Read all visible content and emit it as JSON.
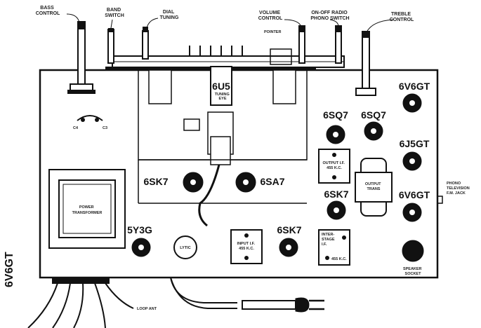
{
  "controls": {
    "bass": [
      "BASS",
      "CONTROL"
    ],
    "band": [
      "BAND",
      "SWITCH"
    ],
    "dial": [
      "DIAL",
      "TUNING"
    ],
    "volume": [
      "VOLUME",
      "CONTROL"
    ],
    "pointer": "POINTER",
    "onoff": [
      "ON-OFF RADIO",
      "PHONO SWITCH"
    ],
    "treble": [
      "TREBLE",
      "CONTROL"
    ]
  },
  "tubes": {
    "t6u5": "6U5",
    "tuning_eye": [
      "TUNING",
      "EYE"
    ],
    "t6sq7_a": "6SQ7",
    "t6sq7_b": "6SQ7",
    "t6v6gt_a": "6V6GT",
    "t6j5gt": "6J5GT",
    "t6v6gt_b": "6V6GT",
    "t6sk7_a": "6SK7",
    "t6sa7": "6SA7",
    "t6sk7_b": "6SK7",
    "t5y3g": "5Y3G",
    "t6sk7_c": "6SK7"
  },
  "parts": {
    "c4": "C4",
    "c3": "C3",
    "power_transformer": [
      "POWER",
      "TRANSFORMER"
    ],
    "lytic": "LYTIC",
    "output_if": [
      "OUTPUT I.F.",
      "455 K.C."
    ],
    "input_if": [
      "INPUT I.F.",
      "455 K.C."
    ],
    "interstage": [
      "INTER-",
      "STAGE",
      "I.F."
    ],
    "interstage_kc": "455 K.C.",
    "output_trans": [
      "OUTPUT",
      "TRANS"
    ],
    "speaker_socket": [
      "SPEAKER",
      "SOCKET"
    ],
    "phono_jack": [
      "PHONO",
      "TELEVISION",
      "F.M. JACK"
    ],
    "loop_ant": "LOOP ANT"
  },
  "side_label": "6V6GT"
}
